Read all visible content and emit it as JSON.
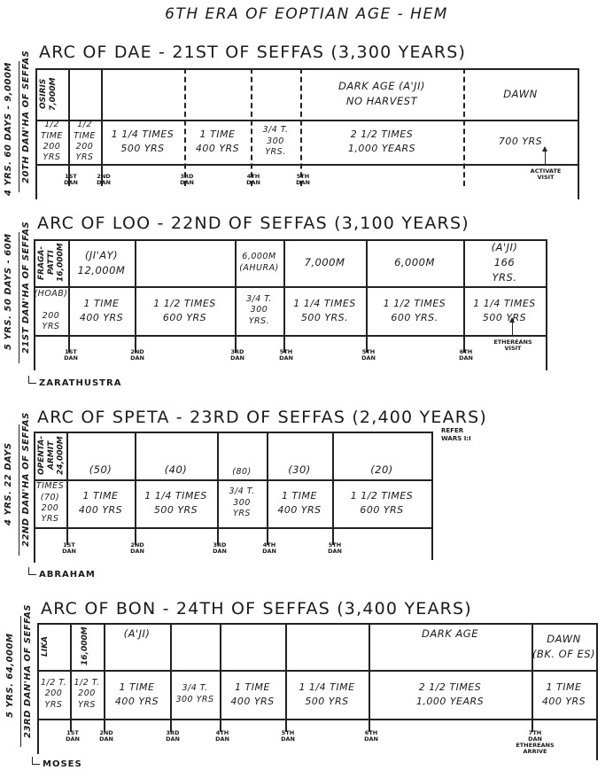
{
  "title": "6TH ERA OF EOPTIAN AGE - HEM",
  "arcs": [
    {
      "title": "ARC OF DAE - 21ST OF SEFFAS (3,300 YEARS)",
      "side_outer": "4 YRS. 60 DAYS - 9,000M",
      "side_inner": "20TH DAN'HA OF SEFFAS",
      "first_column_top": "OSIRIS\n7,000M",
      "top_row": [
        "",
        "",
        "",
        "",
        "",
        "DARK AGE (A'JI)\nNO HARVEST",
        "DAWN"
      ],
      "bottom_row": [
        "1/2\nTIME\n200\nYRS",
        "1/2\nTIME\n200\nYRS",
        "1 1/4 TIMES\n500 YRS",
        "1 TIME\n400 YRS",
        "3/4 T.\n300\nYRS.",
        "2 1/2 TIMES\n1,000 YEARS",
        "700 YRS"
      ],
      "dan_labels": [
        "1ST\nDAN",
        "2ND\nDAN",
        "3RD\nDAN",
        "4TH\nDAN",
        "5TH\nDAN"
      ],
      "arrow_note": "ACTIVATE\nVISIT",
      "person": "",
      "refer": ""
    },
    {
      "title": "ARC OF LOO - 22ND OF SEFFAS (3,100 YEARS)",
      "side_outer": "5 YRS. 50 DAYS - 60M",
      "side_inner": "21ST DAN'HA OF SEFFAS",
      "first_column_top": "FRAGA-\nPATTI\n16,000M",
      "top_row": [
        "",
        "(JI'AY)\n12,000M",
        "",
        "6,000M\n(AHURA)",
        "7,000M",
        "6,000M",
        "(A'JI)\n166\nYRS."
      ],
      "bottom_row": [
        "(HOAB)\n\n200\nYRS",
        "1 TIME\n400 YRS",
        "1 1/2 TIMES\n600 YRS",
        "3/4 T.\n300\nYRS.",
        "1 1/4 TIMES\n500 YRS.",
        "1 1/2 TIMES\n600 YRS.",
        "1 1/4 TIMES\n500 YRS"
      ],
      "dan_labels": [
        "1ST\nDAN",
        "2ND\nDAN",
        "3RD\nDAN",
        "5TH\nDAN",
        "5TH\nDAN",
        "6TH\nDAN"
      ],
      "arrow_note": "ETHEREANS\nVISIT",
      "person": "ZARATHUSTRA",
      "refer": ""
    },
    {
      "title": "ARC OF SPETA - 23RD OF SEFFAS (2,400 YEARS)",
      "side_outer": "4 YRS. 22 DAYS",
      "side_inner": "22ND DAN'HA OF SEFFAS",
      "first_column_top": "OPENTA-\nARMIT\n24,000M",
      "top_row": [
        "",
        "(50)",
        "(40)",
        "(80)",
        "(30)",
        "(20)"
      ],
      "bottom_row": [
        "TIMES\n(70)\n200\nYRS",
        "1 TIME\n400 YRS",
        "1 1/4 TIMES\n500 YRS",
        "3/4 T.\n300\nYRS",
        "1 TIME\n400 YRS",
        "1 1/2 TIMES\n600 YRS"
      ],
      "dan_labels": [
        "1ST\nDAN",
        "2ND\nDAN",
        "3RD\nDAN",
        "4TH\nDAN",
        "5TH\nDAN"
      ],
      "arrow_note": "",
      "person": "ABRAHAM",
      "refer": "REFER\nWARS I:I"
    },
    {
      "title": "ARC OF BON - 24TH OF SEFFAS (3,400 YEARS)",
      "side_outer": "5 YRS.                  64,000M",
      "side_inner": "23RD DAN'HA OF SEFFAS",
      "first_column_top": "LIKA",
      "top_row": [
        "",
        "16,000M",
        "(A'JI)",
        "",
        "",
        "",
        "DARK AGE",
        "DAWN\n(BK. OF ES)"
      ],
      "bottom_row": [
        "1/2 T.\n200\nYRS",
        "1/2 T.\n200\nYRS",
        "1 TIME\n400 YRS",
        "3/4 T.\n300 YRS",
        "1 TIME\n400 YRS",
        "1 1/4 TIME\n500 YRS",
        "2 1/2 TIMES\n1,000 YEARS",
        "1 TIME\n400 YRS"
      ],
      "dan_labels": [
        "1ST\nDAN",
        "2ND\nDAN",
        "3RD\nDAN",
        "4TH\nDAN",
        "5TH\nDAN",
        "6TH\nDAN",
        "7TH\nDAN\nETHEREANS\nARRIVE"
      ],
      "arrow_note": "",
      "person": "MOSES",
      "refer": ""
    }
  ]
}
